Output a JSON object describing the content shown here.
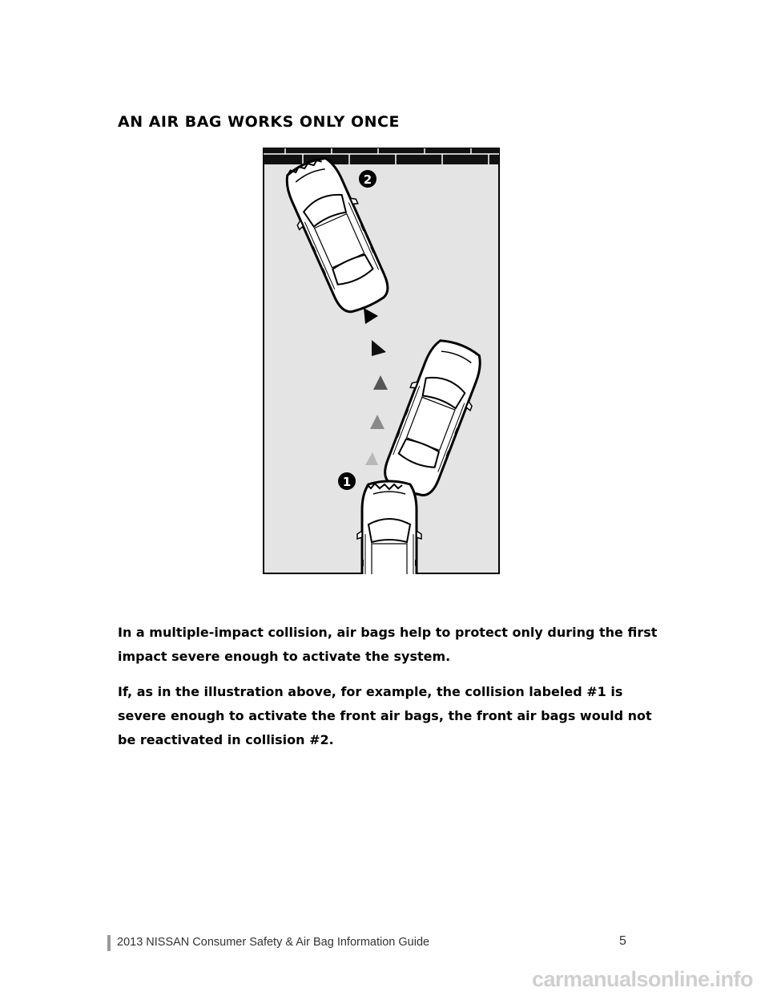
{
  "heading": "AN AIR BAG WORKS ONLY ONCE",
  "illustration": {
    "label_one": "1",
    "label_two": "2"
  },
  "paragraphs": [
    "In a multiple-impact collision, air bags help to protect only during the first impact severe enough to activate the system.",
    "If, as in the illustration above, for example, the collision labeled #1 is severe enough to activate the front air bags, the front air bags would not be reactivated in collision #2."
  ],
  "footer": {
    "guide_title": "2013 NISSAN Consumer Safety & Air Bag Information Guide",
    "page_number": "5"
  },
  "watermark": "carmanualsonline.info",
  "colors": {
    "road": "#e4e4e4",
    "wall": "#111111",
    "car_body": "#ffffff"
  }
}
